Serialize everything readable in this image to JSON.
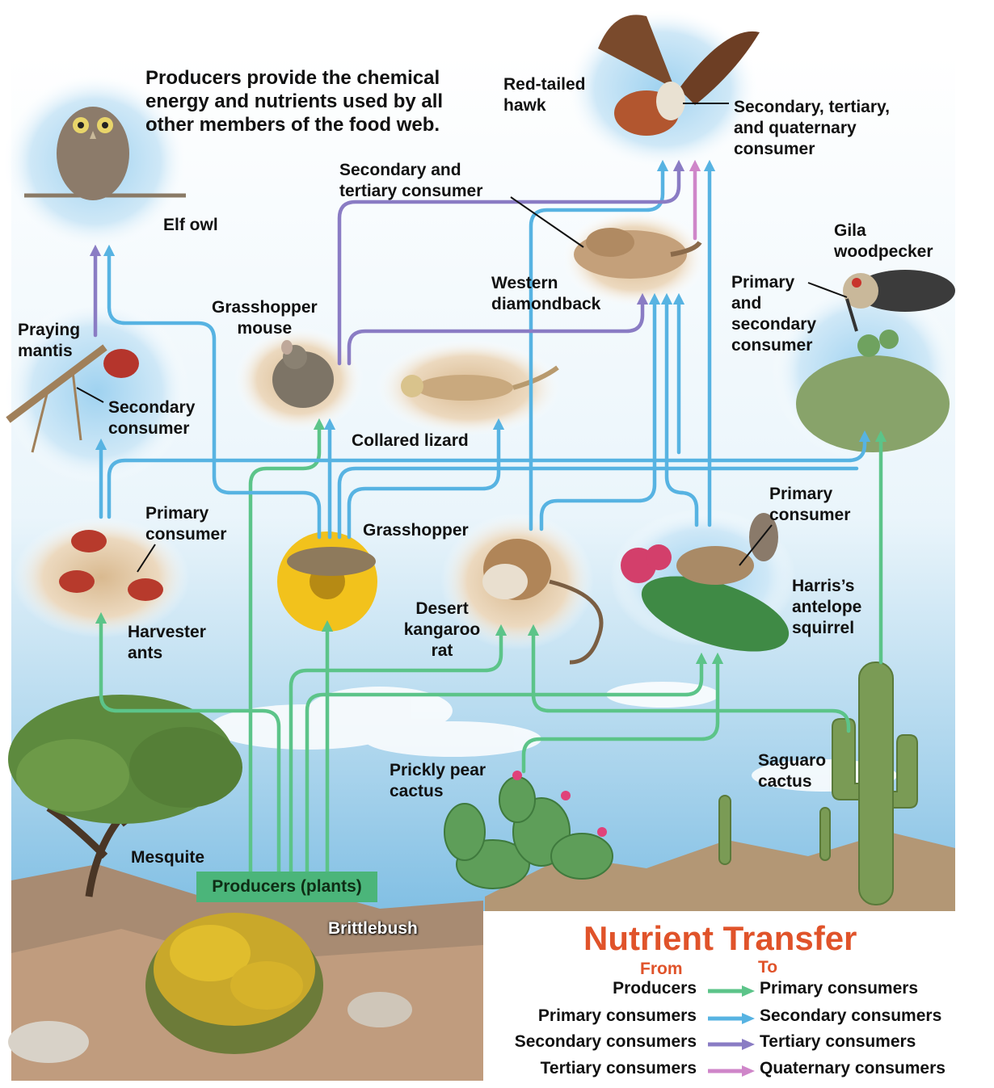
{
  "intro_text": "Producers provide the chemical\nenergy and nutrients used by all\nother members of the food web.",
  "organisms": {
    "red_tailed_hawk": "Red-tailed\nhawk",
    "elf_owl": "Elf owl",
    "gila_woodpecker": "Gila\nwoodpecker",
    "western_diamondback": "Western\ndiamondback",
    "grasshopper_mouse": "Grasshopper\nmouse",
    "praying_mantis": "Praying\nmantis",
    "collared_lizard": "Collared lizard",
    "grasshopper": "Grasshopper",
    "harvester_ants": "Harvester\nants",
    "desert_kangaroo_rat": "Desert\nkangaroo\nrat",
    "harris_antelope_squirrel": "Harris’s\nantelope\nsquirrel",
    "prickly_pear_cactus": "Prickly pear\ncactus",
    "saguaro_cactus": "Saguaro\ncactus",
    "mesquite": "Mesquite",
    "brittlebush": "Brittlebush"
  },
  "roles": {
    "hawk_role": "Secondary, tertiary,\nand quaternary\nconsumer",
    "snake_role": "Secondary and\ntertiary consumer",
    "woodpecker_role": "Primary\nand\nsecondary\nconsumer",
    "mantis_role": "Secondary\nconsumer",
    "ants_role": "Primary\nconsumer",
    "squirrel_role": "Primary\nconsumer"
  },
  "producers_label": "Producers (plants)",
  "legend": {
    "title": "Nutrient Transfer",
    "from_header": "From",
    "to_header": "To",
    "rows": [
      {
        "from": "Producers",
        "to": "Primary consumers",
        "color": "#5cc489"
      },
      {
        "from": "Primary consumers",
        "to": "Secondary consumers",
        "color": "#57b3e2"
      },
      {
        "from": "Secondary consumers",
        "to": "Tertiary consumers",
        "color": "#8a7cc4"
      },
      {
        "from": "Tertiary consumers",
        "to": "Quaternary consumers",
        "color": "#cf86c9"
      }
    ]
  },
  "colors": {
    "producer_arrow": "#5cc489",
    "primary_arrow": "#57b3e2",
    "secondary_arrow": "#8a7cc4",
    "tertiary_arrow": "#cf86c9",
    "title_accent": "#e0532a"
  }
}
